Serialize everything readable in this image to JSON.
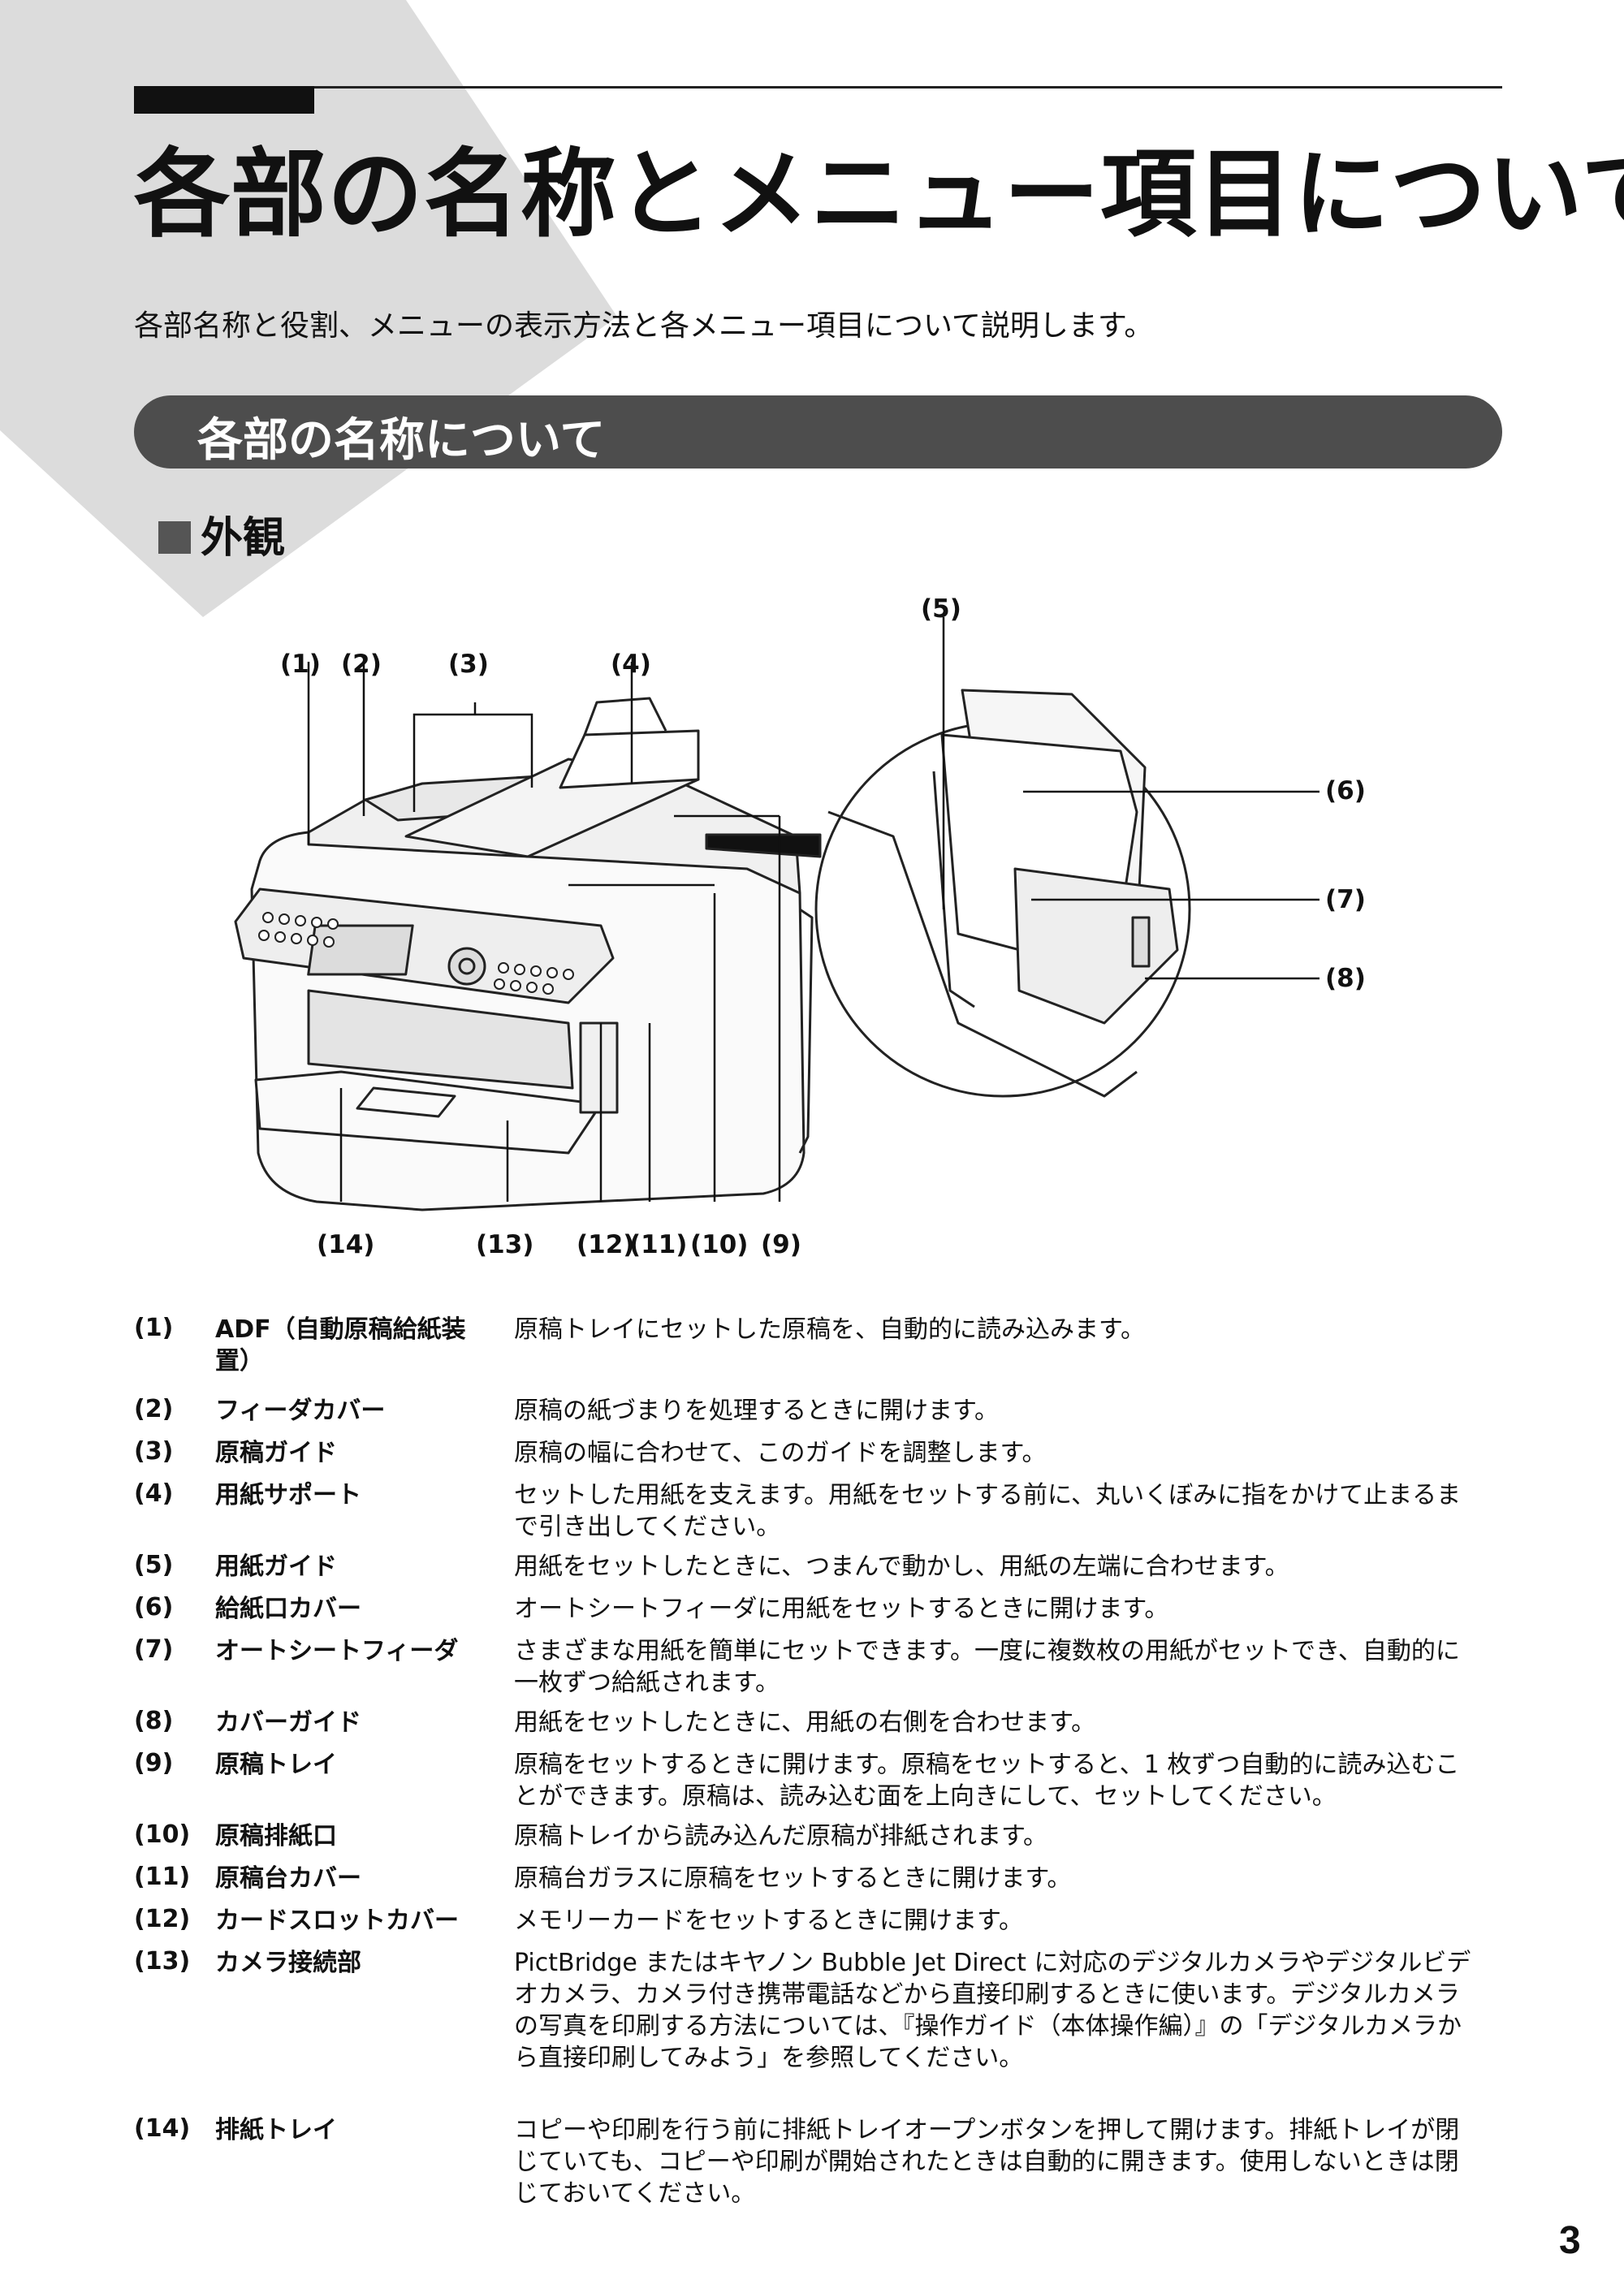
{
  "header": {
    "title": "各部の名称とメニュー項目について",
    "intro": "各部名称と役割、メニューの表示方法と各メニュー項目について説明します。"
  },
  "section": {
    "title": "各部の名称について"
  },
  "subsection": {
    "title": "外観"
  },
  "diagram_labels": {
    "l1": "(1)",
    "l2": "(2)",
    "l3": "(3)",
    "l4": "(4)",
    "l5": "(5)",
    "l6": "(6)",
    "l7": "(7)",
    "l8": "(8)",
    "l9": "(9)",
    "l10": "(10)",
    "l11": "(11)",
    "l12": "(12)",
    "l13": "(13)",
    "l14": "(14)"
  },
  "parts": [
    {
      "num": "(1)",
      "name": "ADF（自動原稿給紙装置）",
      "desc": "原稿トレイにセットした原稿を、自動的に読み込みます。"
    },
    {
      "num": "(2)",
      "name": "フィーダカバー",
      "desc": "原稿の紙づまりを処理するときに開けます。"
    },
    {
      "num": "(3)",
      "name": "原稿ガイド",
      "desc": "原稿の幅に合わせて、このガイドを調整します。"
    },
    {
      "num": "(4)",
      "name": "用紙サポート",
      "desc": "セットした用紙を支えます。用紙をセットする前に、丸いくぼみに指をかけて止まるまで引き出してください。"
    },
    {
      "num": "(5)",
      "name": "用紙ガイド",
      "desc": "用紙をセットしたときに、つまんで動かし、用紙の左端に合わせます。"
    },
    {
      "num": "(6)",
      "name": "給紙口カバー",
      "desc": "オートシートフィーダに用紙をセットするときに開けます。"
    },
    {
      "num": "(7)",
      "name": "オートシートフィーダ",
      "desc": "さまざまな用紙を簡単にセットできます。一度に複数枚の用紙がセットでき、自動的に一枚ずつ給紙されます。"
    },
    {
      "num": "(8)",
      "name": "カバーガイド",
      "desc": "用紙をセットしたときに、用紙の右側を合わせます。"
    },
    {
      "num": "(9)",
      "name": "原稿トレイ",
      "desc": "原稿をセットするときに開けます。原稿をセットすると、1 枚ずつ自動的に読み込むことができます。原稿は、読み込む面を上向きにして、セットしてください。"
    },
    {
      "num": "(10)",
      "name": "原稿排紙口",
      "desc": "原稿トレイから読み込んだ原稿が排紙されます。"
    },
    {
      "num": "(11)",
      "name": "原稿台カバー",
      "desc": "原稿台ガラスに原稿をセットするときに開けます。"
    },
    {
      "num": "(12)",
      "name": "カードスロットカバー",
      "desc": "メモリーカードをセットするときに開けます。"
    },
    {
      "num": "(13)",
      "name": "カメラ接続部",
      "desc": "PictBridge またはキヤノン Bubble Jet Direct に対応のデジタルカメラやデジタルビデオカメラ、カメラ付き携帯電話などから直接印刷するときに使います。デジタルカメラの写真を印刷する方法については、『操作ガイド（本体操作編）』の「デジタルカメラから直接印刷してみよう」を参照してください。"
    },
    {
      "num": "(14)",
      "name": "排紙トレイ",
      "desc": "コピーや印刷を行う前に排紙トレイオープンボタンを押して開けます。排紙トレイが閉じていても、コピーや印刷が開始されたときは自動的に開きます。使用しないときは閉じておいてください。"
    }
  ],
  "footer": {
    "page_number": "3"
  }
}
